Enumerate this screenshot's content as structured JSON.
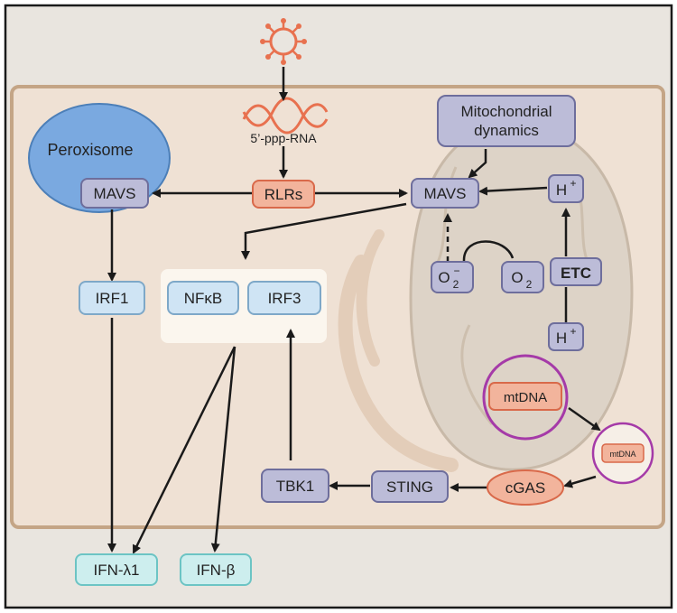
{
  "nodes": {
    "peroxisome": "Peroxisome",
    "mavs_perox": "MAVS",
    "rna": "5’-ppp-RNA",
    "rlrs": "RLRs",
    "mavs_mito": "MAVS",
    "mito_dynamics_1": "Mitochondrial",
    "mito_dynamics_2": "dynamics",
    "h_top": "H",
    "h_bottom": "H",
    "plus": "+",
    "etc": "ETC",
    "o2_minus_base": "O",
    "o2_minus_sub": "2",
    "o2_minus_sup": "−",
    "o2_base": "O",
    "o2_sub": "2",
    "irf1": "IRF1",
    "nfkb": "NFκB",
    "irf3": "IRF3",
    "mtdna_large": "mtDNA",
    "mtdna_small": "mtDNA",
    "cgas": "cGAS",
    "sting": "STING",
    "tbk1": "TBK1",
    "ifn_lambda": "IFN-λ1",
    "ifn_beta": "IFN-β"
  },
  "colors": {
    "frame_border": "#1a1a1a",
    "outer_bg": "#e9e5df",
    "cell_fill": "#efe1d4",
    "cell_border": "#c4a586",
    "mito_fill": "#ddd3c7",
    "node_purple": "#bcbcd8",
    "node_purple_border": "#6e6e9c",
    "node_blue": "#cfe4f4",
    "node_blue_border": "#7ea8c8",
    "peroxisome": "#7aa9e0",
    "rlr_orange": "#f2b49c",
    "rlr_border": "#d9694a",
    "mtdna_ring": "#a53aa8",
    "ifn_teal": "#cdeeee",
    "ifn_border": "#6cc4c4",
    "virus": "#e8714f"
  }
}
